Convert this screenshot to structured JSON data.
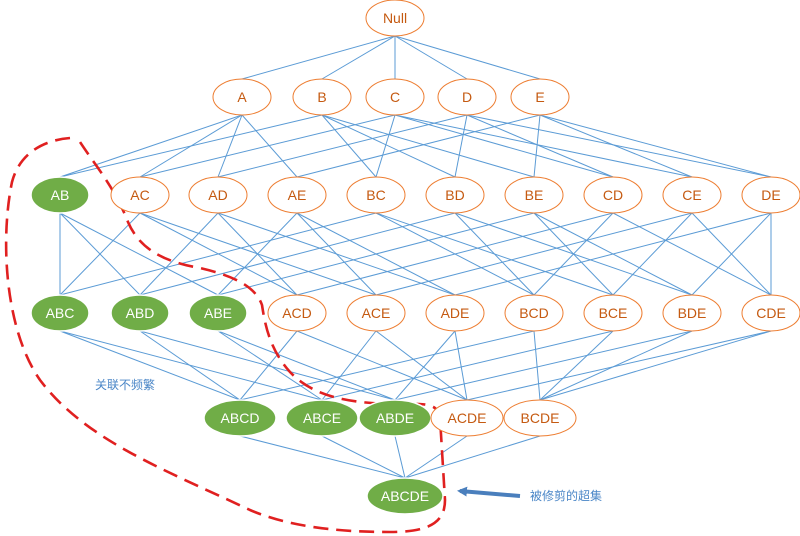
{
  "colors": {
    "frequent_stroke": "#ed7d31",
    "frequent_text": "#c55a11",
    "pruned_fill": "#70ad47",
    "pruned_text": "#ffffff",
    "edge": "#5b9bd5",
    "boundary": "#e02020",
    "arrow": "#4a7fbd",
    "annotation_text": "#4a86c7"
  },
  "levels": [
    [
      {
        "label": "Null",
        "pruned": false
      }
    ],
    [
      {
        "label": "A",
        "pruned": false
      },
      {
        "label": "B",
        "pruned": false
      },
      {
        "label": "C",
        "pruned": false
      },
      {
        "label": "D",
        "pruned": false
      },
      {
        "label": "E",
        "pruned": false
      }
    ],
    [
      {
        "label": "AB",
        "pruned": true
      },
      {
        "label": "AC",
        "pruned": false
      },
      {
        "label": "AD",
        "pruned": false
      },
      {
        "label": "AE",
        "pruned": false
      },
      {
        "label": "BC",
        "pruned": false
      },
      {
        "label": "BD",
        "pruned": false
      },
      {
        "label": "BE",
        "pruned": false
      },
      {
        "label": "CD",
        "pruned": false
      },
      {
        "label": "CE",
        "pruned": false
      },
      {
        "label": "DE",
        "pruned": false
      }
    ],
    [
      {
        "label": "ABC",
        "pruned": true
      },
      {
        "label": "ABD",
        "pruned": true
      },
      {
        "label": "ABE",
        "pruned": true
      },
      {
        "label": "ACD",
        "pruned": false
      },
      {
        "label": "ACE",
        "pruned": false
      },
      {
        "label": "ADE",
        "pruned": false
      },
      {
        "label": "BCD",
        "pruned": false
      },
      {
        "label": "BCE",
        "pruned": false
      },
      {
        "label": "BDE",
        "pruned": false
      },
      {
        "label": "CDE",
        "pruned": false
      }
    ],
    [
      {
        "label": "ABCD",
        "pruned": true
      },
      {
        "label": "ABCE",
        "pruned": true
      },
      {
        "label": "ABDE",
        "pruned": true
      },
      {
        "label": "ACDE",
        "pruned": false
      },
      {
        "label": "BCDE",
        "pruned": false
      }
    ],
    [
      {
        "label": "ABCDE",
        "pruned": true
      }
    ]
  ],
  "annotations": {
    "pruned_region": "关联不频繁",
    "pruned_superset": "被修剪的超集"
  }
}
